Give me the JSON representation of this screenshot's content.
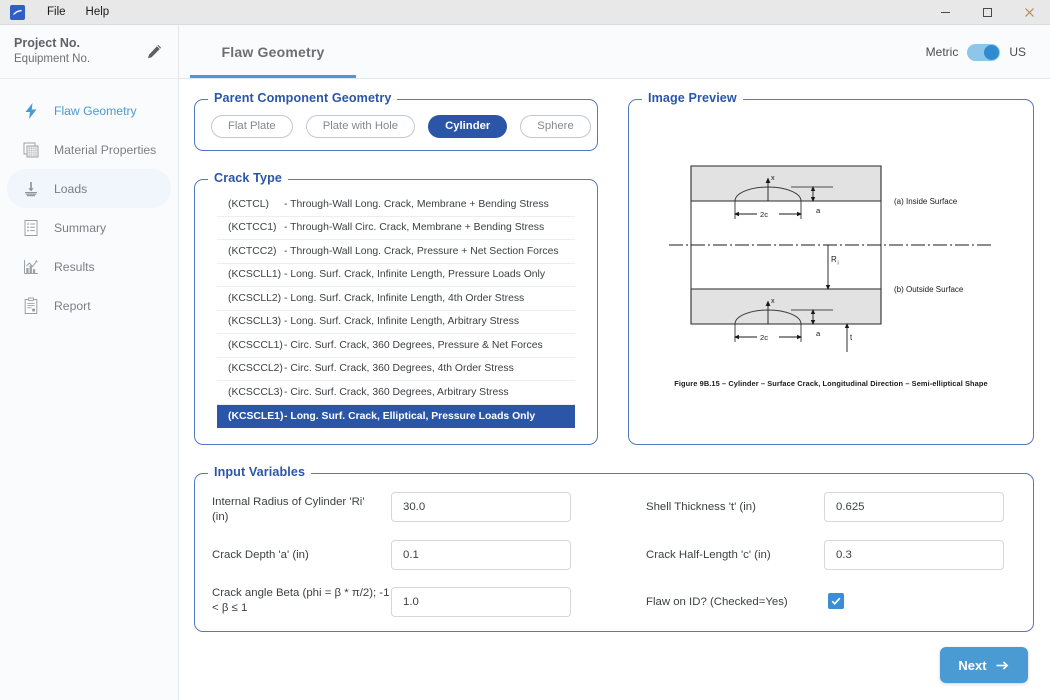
{
  "titlebar": {
    "app_icon": "app-logo-icon",
    "menus": [
      {
        "label": "File"
      },
      {
        "label": "Help"
      }
    ],
    "controls": {
      "minimize": "minimize-icon",
      "maximize": "maximize-icon",
      "close": "close-icon"
    }
  },
  "sidebar": {
    "project_no": "Project No.",
    "equipment_no": "Equipment No.",
    "edit_icon": "pencil-icon",
    "items": [
      {
        "label": "Flaw Geometry",
        "icon": "lightning-bolt-icon",
        "state": "active"
      },
      {
        "label": "Material Properties",
        "icon": "layers-icon",
        "state": "normal"
      },
      {
        "label": "Loads",
        "icon": "load-arrow-icon",
        "state": "hover"
      },
      {
        "label": "Summary",
        "icon": "list-document-icon",
        "state": "normal"
      },
      {
        "label": "Results",
        "icon": "bar-chart-icon",
        "state": "normal"
      },
      {
        "label": "Report",
        "icon": "clipboard-icon",
        "state": "normal"
      }
    ]
  },
  "topbar": {
    "tab_label": "Flaw Geometry",
    "units": {
      "left_label": "Metric",
      "right_label": "US",
      "selected": "US"
    }
  },
  "parent_geometry": {
    "legend": "Parent Component Geometry",
    "options": [
      {
        "label": "Flat Plate",
        "selected": false
      },
      {
        "label": "Plate with Hole",
        "selected": false
      },
      {
        "label": "Cylinder",
        "selected": true
      },
      {
        "label": "Sphere",
        "selected": false
      }
    ]
  },
  "crack_type": {
    "legend": "Crack Type",
    "rows": [
      {
        "code": "(KCTCL)",
        "desc": "- Through-Wall Long. Crack, Membrane + Bending Stress",
        "selected": false
      },
      {
        "code": "(KCTCC1)",
        "desc": "- Through-Wall Circ. Crack, Membrane + Bending Stress",
        "selected": false
      },
      {
        "code": "(KCTCC2)",
        "desc": "- Through-Wall Long. Crack, Pressure + Net Section Forces",
        "selected": false
      },
      {
        "code": "(KCSCLL1)",
        "desc": "- Long. Surf. Crack, Infinite Length, Pressure Loads Only",
        "selected": false
      },
      {
        "code": "(KCSCLL2)",
        "desc": "- Long. Surf. Crack, Infinite Length, 4th Order Stress",
        "selected": false
      },
      {
        "code": "(KCSCLL3)",
        "desc": "- Long. Surf. Crack, Infinite Length, Arbitrary Stress",
        "selected": false
      },
      {
        "code": "(KCSCCL1)",
        "desc": "- Circ. Surf. Crack, 360 Degrees, Pressure & Net Forces",
        "selected": false
      },
      {
        "code": "(KCSCCL2)",
        "desc": "- Circ. Surf. Crack, 360 Degrees, 4th Order Stress",
        "selected": false
      },
      {
        "code": "(KCSCCL3)",
        "desc": "- Circ. Surf. Crack, 360 Degrees, Arbitrary Stress",
        "selected": false
      },
      {
        "code": "(KCSCLE1)",
        "desc": "- Long. Surf. Crack, Elliptical, Pressure Loads Only",
        "selected": true
      }
    ]
  },
  "image_preview": {
    "legend": "Image Preview",
    "caption": "Figure 9B.15 – Cylinder – Surface Crack, Longitudinal Direction – Semi-elliptical Shape",
    "annotations": {
      "inside_surface": "(a) Inside Surface",
      "outside_surface": "(b) Outside Surface",
      "radius": "R",
      "radius_sub": "i",
      "thickness": "t",
      "depth": "a",
      "half_length": "2c",
      "axis": "x"
    }
  },
  "input_variables": {
    "legend": "Input Variables",
    "fields": [
      {
        "label": "Internal Radius of Cylinder 'Ri' (in)",
        "value": "30.0",
        "type": "text"
      },
      {
        "label": "Crack Depth 'a' (in)",
        "value": "0.1",
        "type": "text"
      },
      {
        "label": "Crack angle Beta (phi = β * π/2); -1 < β ≤ 1",
        "value": "1.0",
        "type": "text"
      },
      {
        "label": "Shell Thickness 't' (in)",
        "value": "0.625",
        "type": "text"
      },
      {
        "label": "Crack Half-Length 'c' (in)",
        "value": "0.3",
        "type": "text"
      },
      {
        "label": "Flaw on ID? (Checked=Yes)",
        "value": "checked",
        "type": "checkbox"
      }
    ]
  },
  "footer": {
    "next_label": "Next",
    "next_icon": "arrow-right-icon"
  },
  "colors": {
    "accent_blue": "#4a9ad4",
    "dark_blue": "#2b56a8",
    "border_blue": "#5578c4",
    "checkbox_blue": "#3b8ed4",
    "sidebar_bg": "#fafbfc",
    "titlebar_bg": "#e8e8e8"
  }
}
